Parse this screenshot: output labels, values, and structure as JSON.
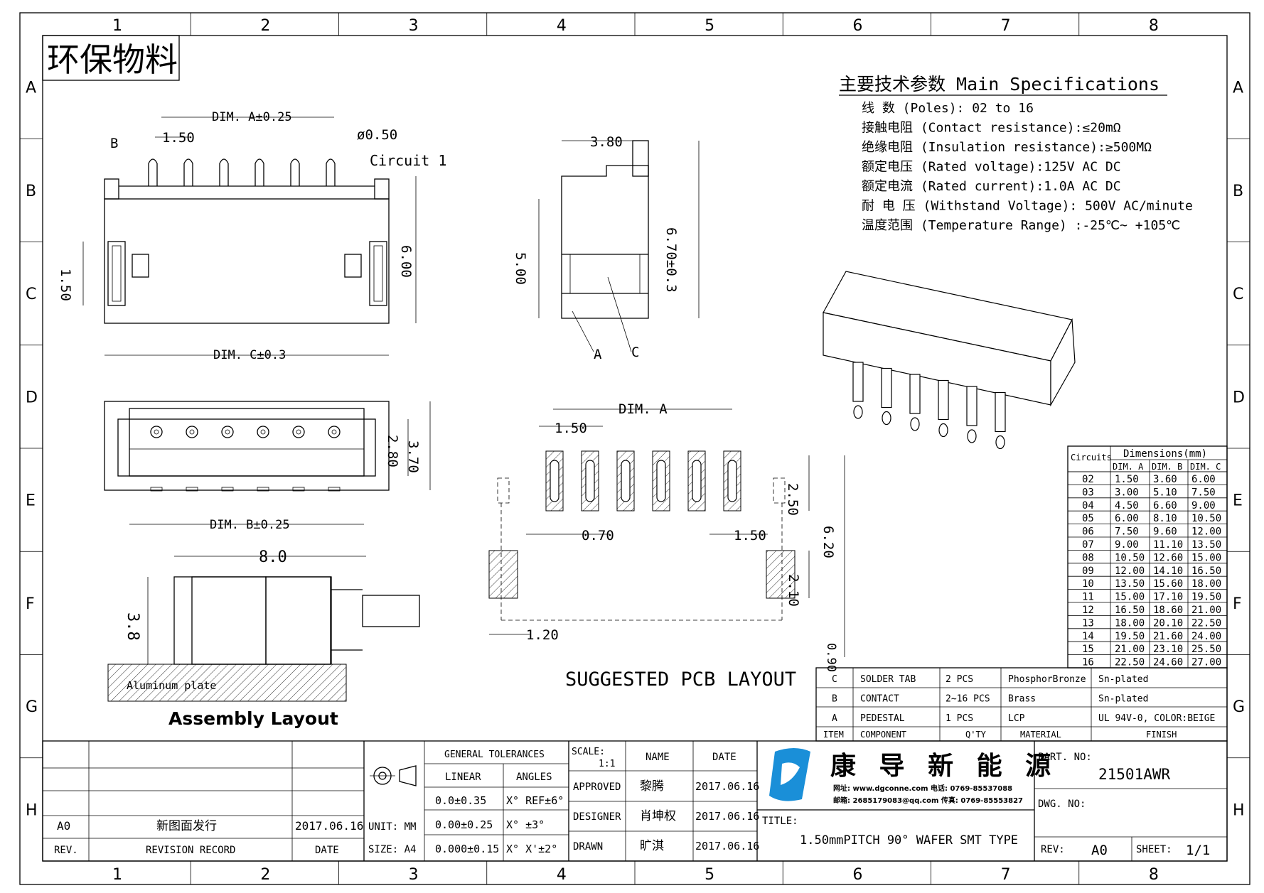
{
  "frame": {
    "columns": [
      "1",
      "2",
      "3",
      "4",
      "5",
      "6",
      "7",
      "8"
    ],
    "rows": [
      "A",
      "B",
      "C",
      "D",
      "E",
      "F",
      "G",
      "H"
    ]
  },
  "stamp": "环保物料",
  "specs": {
    "title": "主要技术参数 Main Specifications",
    "lines": [
      "线    数 (Poles): 02 to 16",
      "接触电阻 (Contact resistance):≤20mΩ",
      "绝缘电阻 (Insulation resistance):≥500MΩ",
      "额定电压 (Rated voltage):125V AC DC",
      "额定电流 (Rated current):1.0A AC DC",
      "耐 电 压 (Withstand Voltage): 500V AC/minute",
      "温度范围 (Temperature Range) :-25℃~ +105℃"
    ]
  },
  "front_view": {
    "dim_a": "DIM. A±0.25",
    "pitch": "1.50",
    "pin_dia": "ø0.50",
    "circuit1": "Circuit 1",
    "label_b": "B",
    "dim_c": "DIM. C±0.3",
    "height": "6.00",
    "side": "1.50"
  },
  "side_view": {
    "width": "3.80",
    "h1": "5.00",
    "h2": "6.70±0.3",
    "label_a": "A",
    "label_c": "C"
  },
  "top_view": {
    "dim_b": "DIM. B±0.25",
    "h1": "2.80",
    "h2": "3.70"
  },
  "assembly": {
    "length": "8.0",
    "height": "3.8",
    "plate": "Aluminum plate",
    "title": "Assembly Layout"
  },
  "pcb": {
    "dim_a": "DIM. A",
    "pitch": "1.50",
    "pad_w": "0.70",
    "pitch2": "1.50",
    "pad_h": "2.50",
    "total": "6.20",
    "tab_h": "2.10",
    "gap": "0.90",
    "tab_w": "1.20",
    "title": "SUGGESTED PCB LAYOUT"
  },
  "dim_table": {
    "header_circuits": "Circuits",
    "header_dims": "Dimensions(mm)",
    "cols": [
      "DIM. A",
      "DIM. B",
      "DIM. C"
    ],
    "rows": [
      [
        "02",
        "1.50",
        "3.60",
        "6.00"
      ],
      [
        "03",
        "3.00",
        "5.10",
        "7.50"
      ],
      [
        "04",
        "4.50",
        "6.60",
        "9.00"
      ],
      [
        "05",
        "6.00",
        "8.10",
        "10.50"
      ],
      [
        "06",
        "7.50",
        "9.60",
        "12.00"
      ],
      [
        "07",
        "9.00",
        "11.10",
        "13.50"
      ],
      [
        "08",
        "10.50",
        "12.60",
        "15.00"
      ],
      [
        "09",
        "12.00",
        "14.10",
        "16.50"
      ],
      [
        "10",
        "13.50",
        "15.60",
        "18.00"
      ],
      [
        "11",
        "15.00",
        "17.10",
        "19.50"
      ],
      [
        "12",
        "16.50",
        "18.60",
        "21.00"
      ],
      [
        "13",
        "18.00",
        "20.10",
        "22.50"
      ],
      [
        "14",
        "19.50",
        "21.60",
        "24.00"
      ],
      [
        "15",
        "21.00",
        "23.10",
        "25.50"
      ],
      [
        "16",
        "22.50",
        "24.60",
        "27.00"
      ]
    ]
  },
  "bom": {
    "rows": [
      [
        "C",
        "SOLDER TAB",
        "2 PCS",
        "PhosphorBronze",
        "Sn-plated"
      ],
      [
        "B",
        "CONTACT",
        "2~16 PCS",
        "Brass",
        "Sn-plated"
      ],
      [
        "A",
        "PEDESTAL",
        "1 PCS",
        "LCP",
        "UL 94V-0, COLOR:BEIGE"
      ]
    ],
    "header": [
      "ITEM",
      "COMPONENT",
      "Q'TY",
      "MATERIAL",
      "FINISH"
    ]
  },
  "title_block": {
    "rev_row": [
      "A0",
      "新图面发行",
      "2017.06.16"
    ],
    "rev_header": [
      "REV.",
      "REVISION RECORD",
      "DATE"
    ],
    "unit": "UNIT: MM",
    "size": "SIZE: A4",
    "gen_tol": "GENERAL TOLERANCES",
    "linear": "LINEAR",
    "angles": "ANGLES",
    "tol_rows": [
      [
        "0.0±0.35",
        "X° REF±6°"
      ],
      [
        "0.00±0.25",
        "X° ±3°"
      ],
      [
        "0.000±0.15",
        "X° X'±2°"
      ]
    ],
    "scale_label": "SCALE:",
    "scale_val": "1:1",
    "name_h": "NAME",
    "date_h": "DATE",
    "roles": [
      [
        "APPROVED",
        "黎腾",
        "2017.06.16"
      ],
      [
        "DESIGNER",
        "肖坤权",
        "2017.06.16"
      ],
      [
        "DRAWN",
        "旷淇",
        "2017.06.16"
      ]
    ],
    "company": "康 导 新 能 源",
    "company_line1": "网址: www.dgconne.com  电话: 0769-85537088",
    "company_line2": "邮箱: 2685179083@qq.com  传真: 0769-85553827",
    "title_label": "TITLE:",
    "title": "1.50mmPITCH 90° WAFER SMT TYPE",
    "part_label": "PART. NO:",
    "part_no": "21501AWR",
    "dwg_label": "DWG. NO:",
    "rev_label": "REV:",
    "rev_val": "A0",
    "sheet_label": "SHEET:",
    "sheet_val": "1/1",
    "brand_color": "#1a8fd8"
  }
}
